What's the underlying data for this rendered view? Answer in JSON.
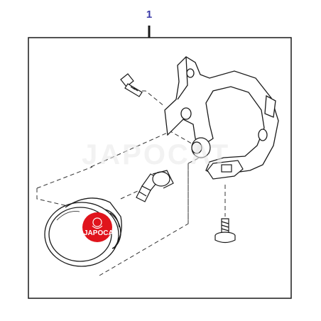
{
  "diagram": {
    "callout_number": "1",
    "watermark_text": "JAPOCAT",
    "stamp_text": "JAPOCAT",
    "colors": {
      "line": "#1a1a1a",
      "callout": "#3a3aa8",
      "stamp": "#e0141c"
    }
  }
}
